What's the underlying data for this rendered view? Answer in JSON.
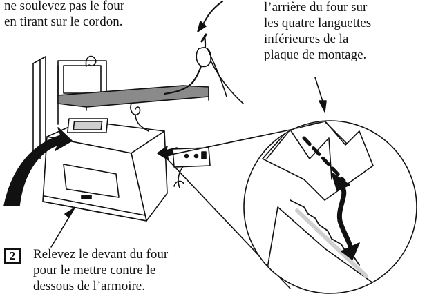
{
  "captions": {
    "top_left": [
      "ne soulevez pas le four",
      "en tirant sur le cordon."
    ],
    "top_right": [
      "l’arrière du four sur",
      "les quatre languettes",
      "inférieures de la",
      "plaque de montage."
    ]
  },
  "step": {
    "number": "2",
    "text": [
      "Relevez le devant du four",
      "pour le mettre contre le",
      "dessous de l’armoire."
    ]
  },
  "colors": {
    "ink": "#111111",
    "shelf_gray": "#8a8a8a",
    "detail_gray": "#cfcfcf"
  }
}
